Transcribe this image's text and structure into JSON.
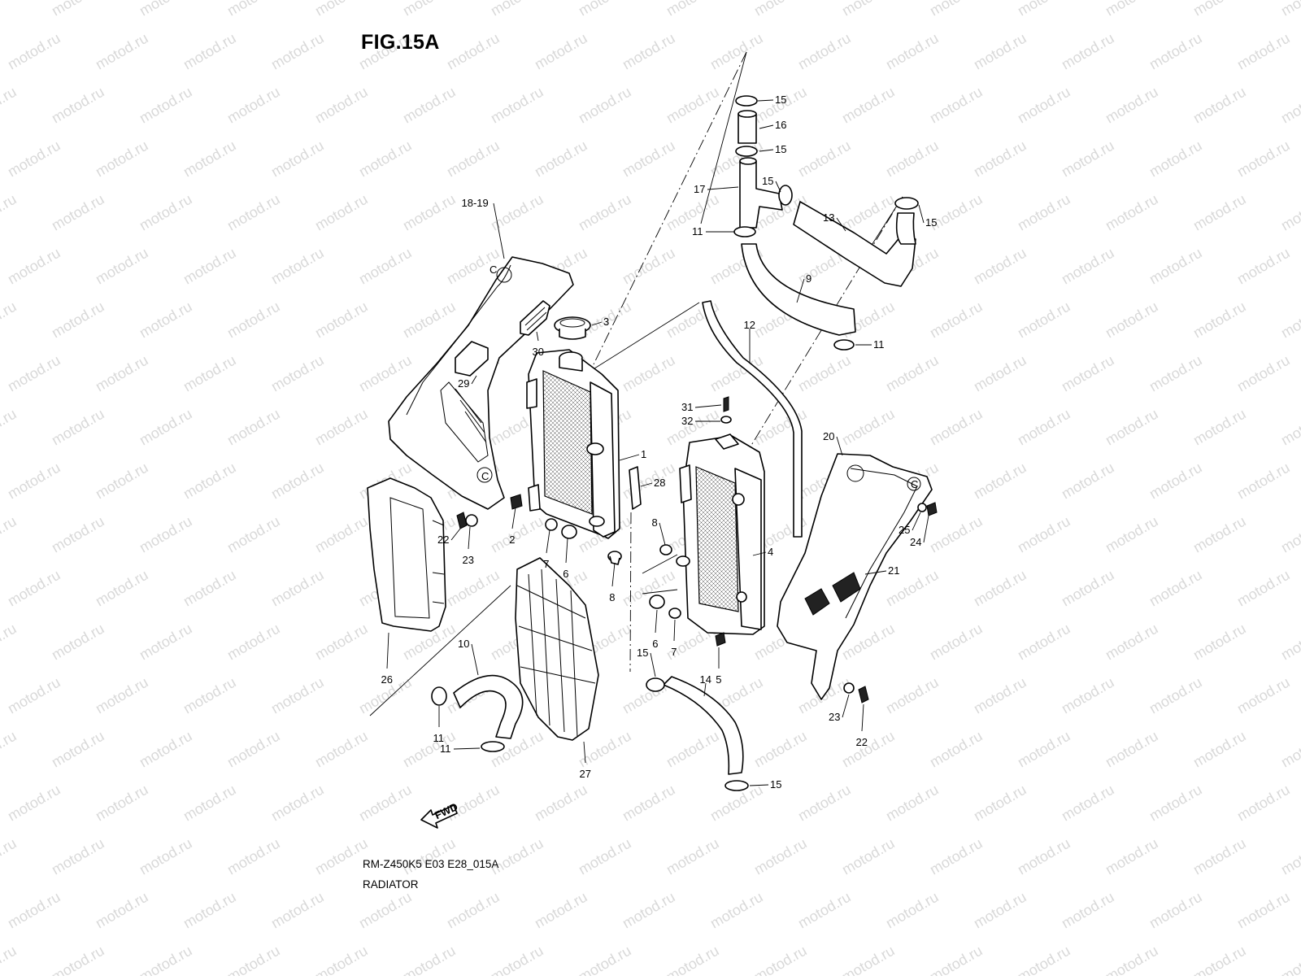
{
  "figure": {
    "title": "FIG.15A",
    "diagram_code": "RM-Z450K5 E03 E28_015A",
    "section_name": "RADIATOR",
    "watermark": "motod.ru",
    "fwd_label": "FWD"
  },
  "callouts": [
    {
      "id": "c15a",
      "label": "15"
    },
    {
      "id": "c16",
      "label": "16"
    },
    {
      "id": "c15b",
      "label": "15"
    },
    {
      "id": "c17",
      "label": "17"
    },
    {
      "id": "c15c",
      "label": "15"
    },
    {
      "id": "c11a",
      "label": "11"
    },
    {
      "id": "c13",
      "label": "13"
    },
    {
      "id": "c15d",
      "label": "15"
    },
    {
      "id": "c9",
      "label": "9"
    },
    {
      "id": "c11b",
      "label": "11"
    },
    {
      "id": "c12",
      "label": "12"
    },
    {
      "id": "c18",
      "label": "18-19"
    },
    {
      "id": "c3",
      "label": "3"
    },
    {
      "id": "c30",
      "label": "30"
    },
    {
      "id": "c29",
      "label": "29"
    },
    {
      "id": "c31",
      "label": "31"
    },
    {
      "id": "c32",
      "label": "32"
    },
    {
      "id": "c1",
      "label": "1"
    },
    {
      "id": "c20",
      "label": "20"
    },
    {
      "id": "c28",
      "label": "28"
    },
    {
      "id": "c2",
      "label": "2"
    },
    {
      "id": "c22a",
      "label": "22"
    },
    {
      "id": "c23a",
      "label": "23"
    },
    {
      "id": "c8a",
      "label": "8"
    },
    {
      "id": "c25",
      "label": "25"
    },
    {
      "id": "c24",
      "label": "24"
    },
    {
      "id": "c7a",
      "label": "7"
    },
    {
      "id": "c6a",
      "label": "6"
    },
    {
      "id": "c4",
      "label": "4"
    },
    {
      "id": "c8b",
      "label": "8"
    },
    {
      "id": "c21",
      "label": "21"
    },
    {
      "id": "c6b",
      "label": "6"
    },
    {
      "id": "c7b",
      "label": "7"
    },
    {
      "id": "c26",
      "label": "26"
    },
    {
      "id": "c10",
      "label": "10"
    },
    {
      "id": "c15e",
      "label": "15"
    },
    {
      "id": "c5",
      "label": "5"
    },
    {
      "id": "c14",
      "label": "14"
    },
    {
      "id": "c11c",
      "label": "11"
    },
    {
      "id": "c23b",
      "label": "23"
    },
    {
      "id": "c22b",
      "label": "22"
    },
    {
      "id": "c11d",
      "label": "11"
    },
    {
      "id": "c27",
      "label": "27"
    },
    {
      "id": "c15f",
      "label": "15"
    }
  ]
}
